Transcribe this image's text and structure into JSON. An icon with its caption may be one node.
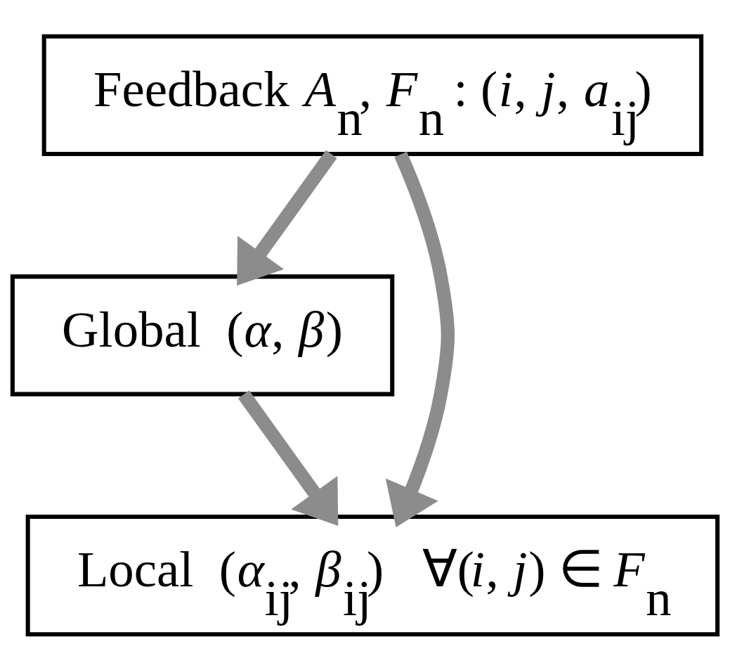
{
  "diagram": {
    "nodes": [
      {
        "text": [
          "Feedback *A*$_{n}$, *F*$_{n}$ : (*i*, *j*, *a*$_{ij}$)"
        ]
      },
      {
        "text": [
          "Global  (*α*, *β*)"
        ]
      },
      {
        "text": [
          "Local  (*α*$_{ij}$, *β*$_{ij}$)   ∀(*i*, *j*) ∈ *F*$_{n}$"
        ]
      }
    ],
    "edges": [
      {
        "from": 0,
        "to": 1,
        "arrow": "to"
      },
      {
        "from": 1,
        "to": 2,
        "arrow": "to"
      },
      {
        "from": 0,
        "to": 2,
        "arrow": "to"
      }
    ]
  }
}
